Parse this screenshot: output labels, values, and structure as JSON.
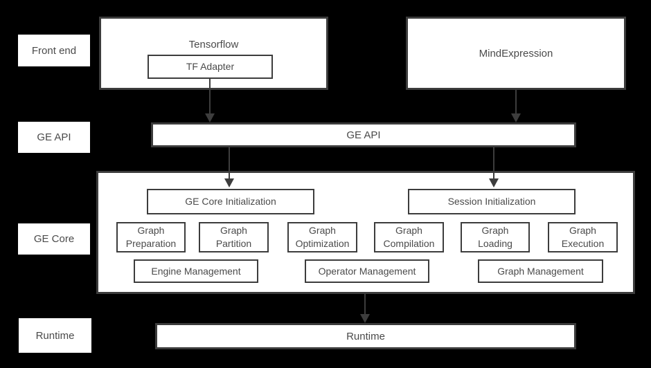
{
  "colors": {
    "background": "#000000",
    "box_fill": "#ffffff",
    "box_border": "#3c3c3c",
    "text": "#4a4a4a",
    "arrow": "#3d3d3d"
  },
  "diagram": {
    "row_labels": [
      "Front end",
      "GE API",
      "GE Core",
      "Runtime"
    ],
    "front_end": {
      "tensorflow": "Tensorflow",
      "tf_adapter": "TF Adapter",
      "mindexpression": "MindExpression"
    },
    "ge_api_bar": "GE API",
    "ge_core": {
      "core_init": "GE Core Initialization",
      "session_init": "Session Initialization",
      "stages": [
        "Graph Preparation",
        "Graph Partition",
        "Graph Optimization",
        "Graph Compilation",
        "Graph Loading",
        "Graph Execution"
      ],
      "management": [
        "Engine Management",
        "Operator Management",
        "Graph Management"
      ]
    },
    "runtime_bar": "Runtime"
  }
}
